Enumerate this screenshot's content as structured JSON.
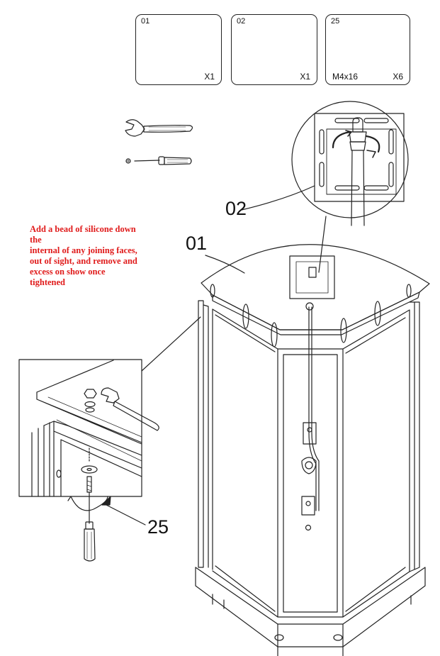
{
  "parts": [
    {
      "number": "01",
      "quantity": "X1",
      "size": ""
    },
    {
      "number": "02",
      "quantity": "X1",
      "size": ""
    },
    {
      "number": "25",
      "quantity": "X6",
      "size": "M4x16"
    }
  ],
  "callouts": {
    "part_02": "02",
    "part_01": "01",
    "part_25": "25"
  },
  "note": {
    "lines": [
      "Add a bead of silicone down",
      "the",
      "internal of any joining faces,",
      "out of sight, and remove and",
      "excess on show once",
      "tightened"
    ],
    "color": "#e01b1b"
  },
  "tools": [
    "adjustable-wrench-icon",
    "screwdriver-icon"
  ]
}
